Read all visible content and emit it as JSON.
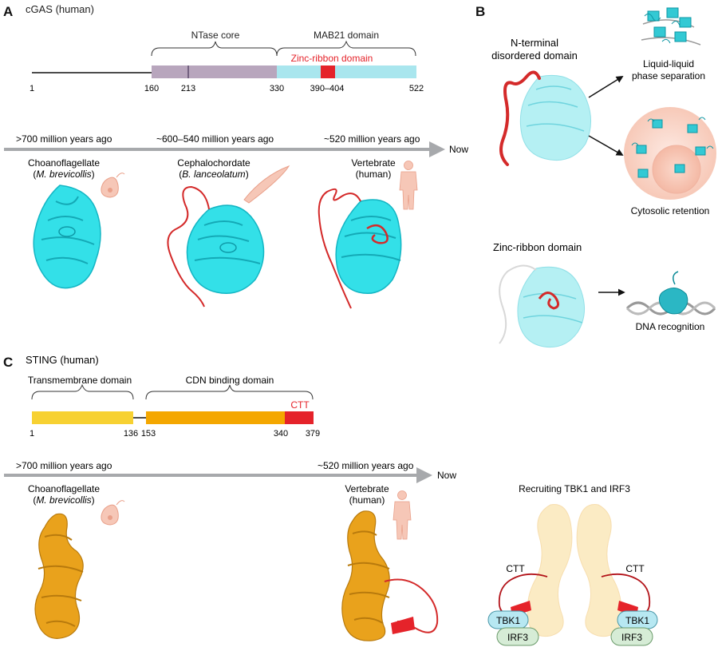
{
  "colors": {
    "cgas_cyan": "#33e0e8",
    "nterm_red": "#d42a2a",
    "ntase_purple": "#b8a6bd",
    "mab21_blue": "#a9e6ee",
    "zinc_red": "#e5232a",
    "tm_yellow": "#f7d132",
    "cdn_orange": "#f4a700",
    "ctt_red": "#e5232a",
    "timeline_gray": "#a7a9ac",
    "sting_orange": "#e9a21c",
    "tbk1_fill": "#b7e8f2",
    "irf3_fill": "#d6ecd6",
    "cell_pink": "#f9d3c7"
  },
  "panelA": {
    "letter": "A",
    "title": "cGAS (human)",
    "brace_ntase": "NTase core",
    "brace_mab21": "MAB21 domain",
    "zinc_label": "Zinc-ribbon domain",
    "ticks": [
      "1",
      "160",
      "213",
      "330",
      "390–404",
      "522"
    ],
    "timeline": {
      "t1": ">700 million years ago",
      "t2": "~600–540 million years ago",
      "t3": "~520 million years ago",
      "now": "Now"
    },
    "organisms": {
      "o1_line1": "Choanoflagellate",
      "o1_line2_pre": "(",
      "o1_line2_it": "M. brevicollis",
      "o1_line2_post": ")",
      "o2_line1": "Cephalochordate",
      "o2_line2_pre": "(",
      "o2_line2_it": "B. lanceolatum",
      "o2_line2_post": ")",
      "o3_line1": "Vertebrate",
      "o3_line2": "(human)"
    }
  },
  "panelB": {
    "letter": "B",
    "nterm_line1": "N-terminal",
    "nterm_line2": "disordered domain",
    "llps_line1": "Liquid-liquid",
    "llps_line2": "phase separation",
    "cytosolic": "Cytosolic retention",
    "zinc_title": "Zinc-ribbon domain",
    "dna": "DNA recognition"
  },
  "panelC": {
    "letter": "C",
    "title": "STING (human)",
    "brace_tm": "Transmembrane domain",
    "brace_cdn": "CDN binding domain",
    "ctt": "CTT",
    "ticks": [
      "1",
      "136",
      "153",
      "340",
      "379"
    ],
    "timeline": {
      "t1": ">700 million years ago",
      "t2": "~520 million years ago",
      "now": "Now"
    },
    "organisms": {
      "o1_line1": "Choanoflagellate",
      "o1_line2_pre": "(",
      "o1_line2_it": "M. brevicollis",
      "o1_line2_post": ")",
      "o2_line1": "Vertebrate",
      "o2_line2": "(human)"
    },
    "recruit_title": "Recruiting TBK1 and IRF3",
    "ctt_left": "CTT",
    "ctt_right": "CTT",
    "tbk1_left": "TBK1",
    "irf3_left": "IRF3",
    "tbk1_right": "TBK1",
    "irf3_right": "IRF3"
  }
}
